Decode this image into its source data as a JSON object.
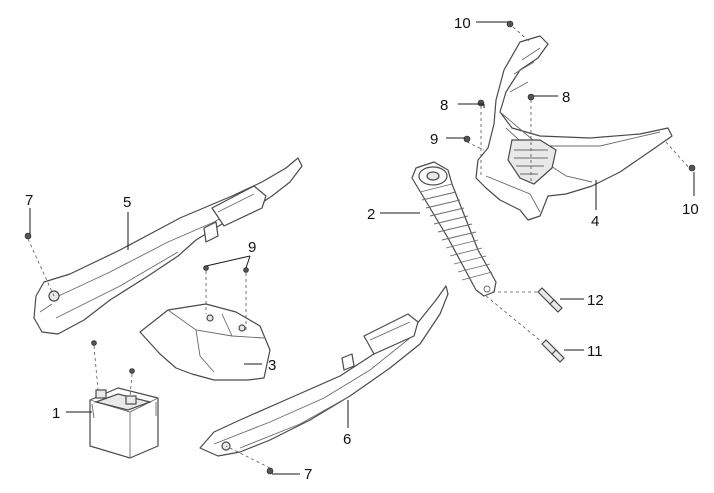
{
  "callouts": {
    "c1": "1",
    "c2": "2",
    "c3": "3",
    "c4": "4",
    "c5": "5",
    "c6": "6",
    "c7a": "7",
    "c7b": "7",
    "c8a": "8",
    "c8b": "8",
    "c9a": "9",
    "c9b": "9",
    "c10a": "10",
    "c10b": "10",
    "c11": "11",
    "c12": "12"
  },
  "colors": {
    "line": "#4a4a4a",
    "background": "#ffffff"
  }
}
